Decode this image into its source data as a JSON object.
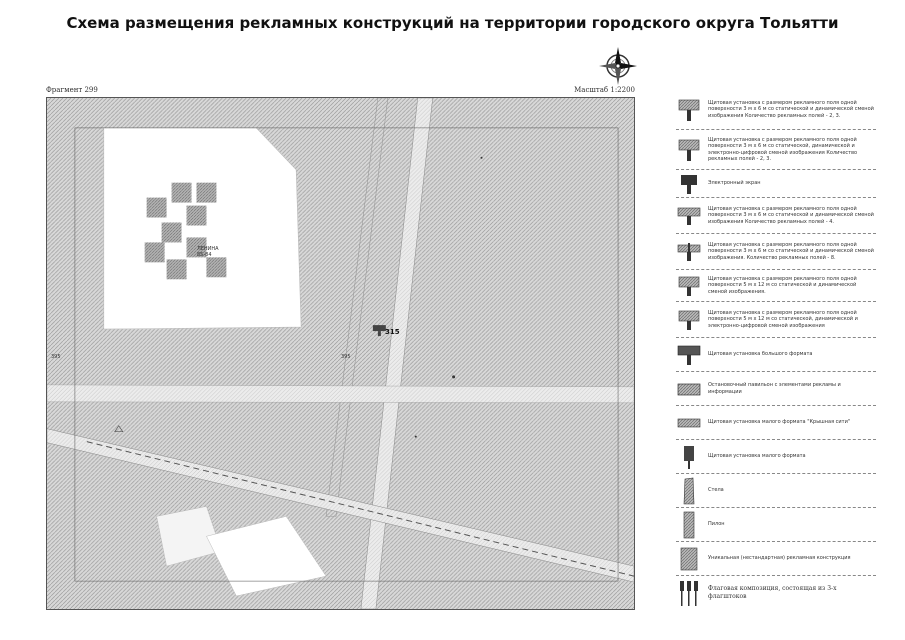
{
  "title": "Схема размещения рекламных конструкций на территории городского округа Тольятти",
  "map": {
    "fragment_label": "Фрагмент 299",
    "scale_label": "Масштаб 1:2200",
    "construction_number": "315",
    "tags": {
      "building_label": "ЛЕНИНА\n85-84",
      "left_label": "395",
      "mid_label": "395"
    }
  },
  "compass": {
    "icon": "compass-rose-icon"
  },
  "legend": {
    "items": [
      {
        "icon": "billboard-icon",
        "text": "Щитовая установка с размером рекламного поля одной поверхности 3 м х 6 м со статической и динамической сменой изображения Количество рекламных полей - 2, 3."
      },
      {
        "icon": "billboard-digital-icon",
        "text": "Щитовая установка с размером рекламного поля одной поверхности 3 м х 6 м со статической, динамической и электронно-цифровой сменой изображения Количество рекламных полей - 2, 3."
      },
      {
        "icon": "screen-icon",
        "text": "Электронный экран"
      },
      {
        "icon": "double-billboard-icon",
        "text": "Щитовая установка с размером рекламного поля одной поверхности 3 м х 6 м со статической и динамической сменой изображения Количество рекламных полей - 4."
      },
      {
        "icon": "cross-billboard-icon",
        "text": "Щитовая установка с размером рекламного поля одной поверхности 3 м х 6 м со статической и динамической сменой изображения. Количество рекламных полей - 8."
      },
      {
        "icon": "large-billboard-icon",
        "text": "Щитовая установка с размером рекламного поля одной поверхности 5 м х 12 м со статической и динамической сменой изображения."
      },
      {
        "icon": "large-billboard-digital-icon",
        "text": "Щитовая установка с размером рекламного поля одной поверхности 5 м х 12 м со статической, динамической и электронно-цифровой сменой изображения"
      },
      {
        "icon": "big-format-icon",
        "text": "Щитовая установка большого формата"
      },
      {
        "icon": "pavilion-icon",
        "text": "Остановочный павильон с элементами рекламы и информации"
      },
      {
        "icon": "small-format-citylight-icon",
        "text": "Щитовая установка малого формата \"Крышная сити\""
      },
      {
        "icon": "small-format-icon",
        "text": "Щитовая установка малого формата"
      },
      {
        "icon": "stela-icon",
        "text": "Стела"
      },
      {
        "icon": "pylon-icon",
        "text": "Пилон"
      },
      {
        "icon": "unique-icon",
        "text": "Уникальная (нестандартная) рекламная конструкция"
      },
      {
        "icon": "flag-icon",
        "text": "Флаговая композиция, состоящая из 3-х флагштоков"
      }
    ]
  }
}
